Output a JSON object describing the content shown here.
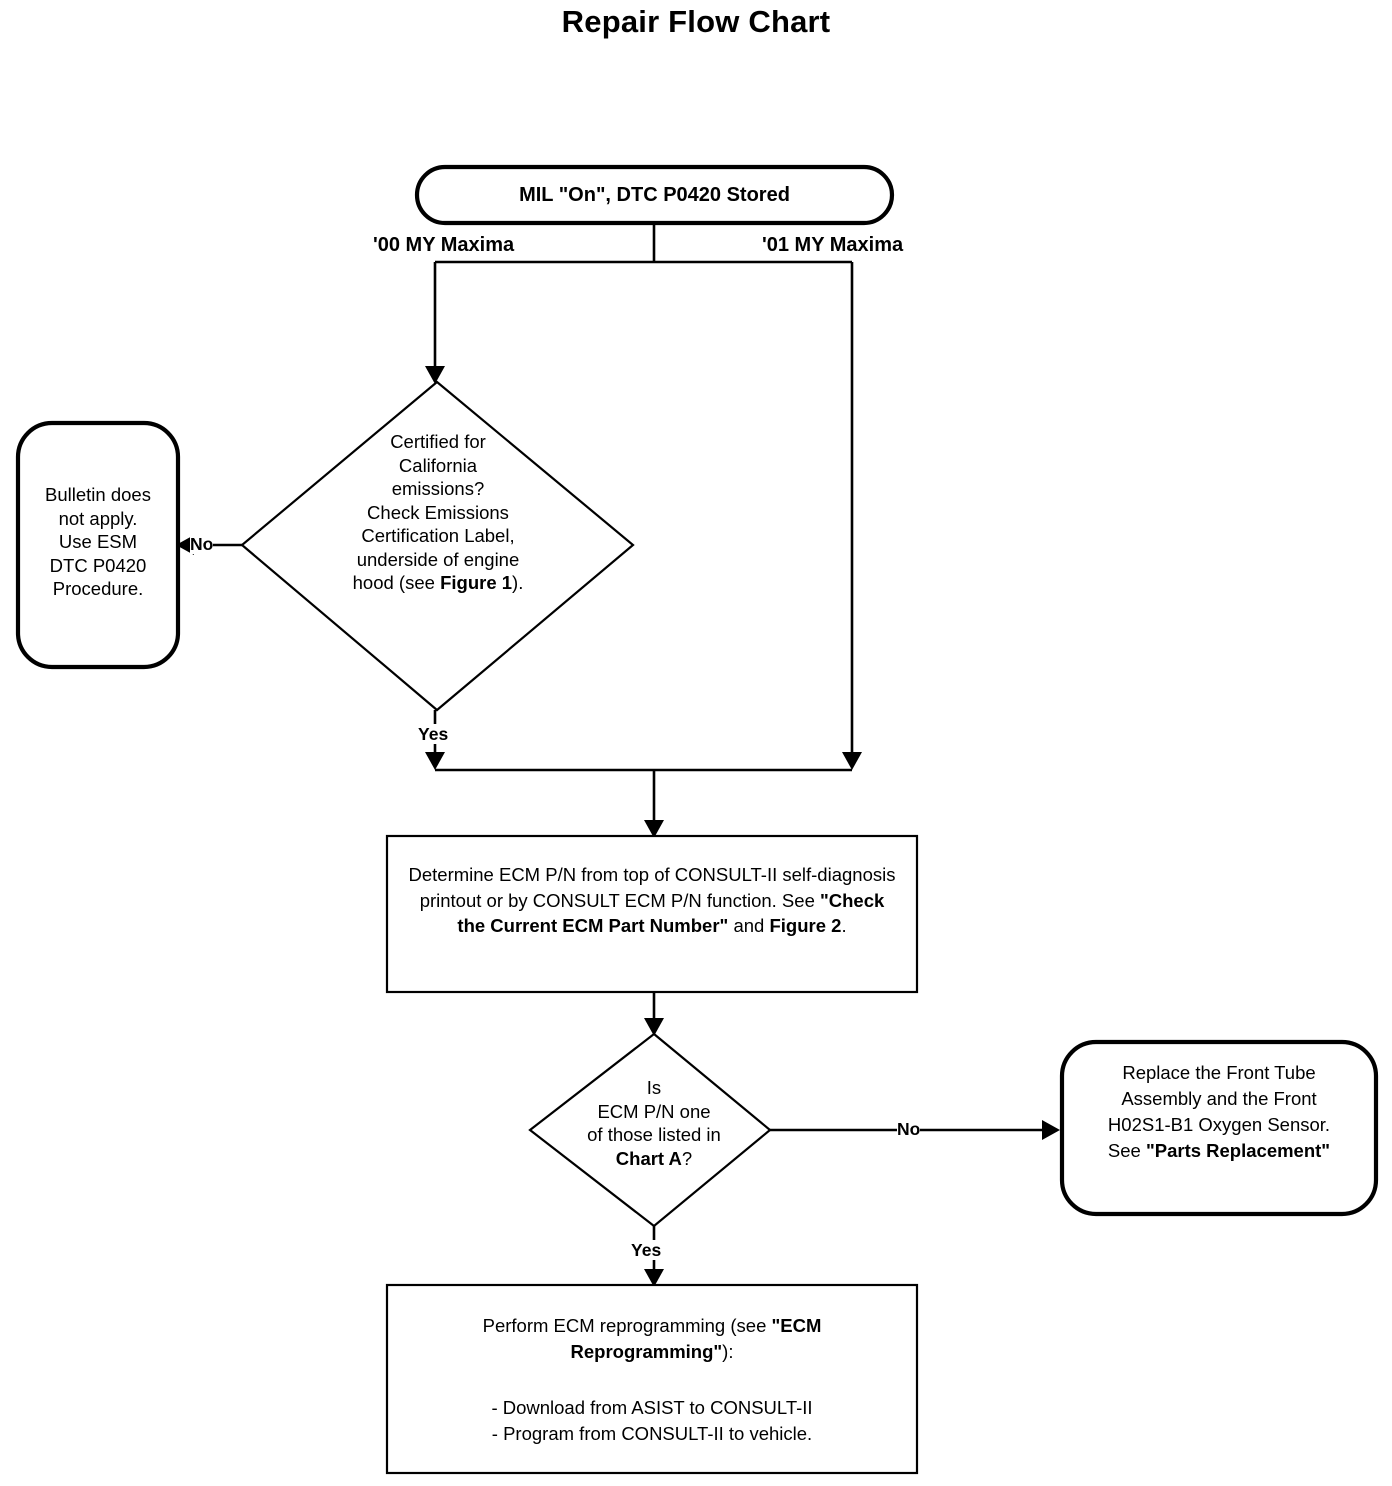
{
  "title": "Repair Flow Chart",
  "chart_data": {
    "type": "diagram",
    "diagram_kind": "flowchart",
    "title": "Repair Flow Chart",
    "orientation": "top-down",
    "nodes": [
      {
        "id": "start",
        "shape": "terminator",
        "text": "MIL \"On\",  DTC P0420 Stored",
        "bold": true
      },
      {
        "id": "decision-california",
        "shape": "decision",
        "text": "Certified for California emissions? Check Emissions Certification Label, underside of engine hood (see Figure 1).",
        "lines": [
          "Certified for",
          "California",
          "emissions?",
          "Check Emissions",
          "Certification Label,",
          "underside of engine",
          "hood (see Figure 1)."
        ],
        "bold_runs": [
          "Figure 1"
        ]
      },
      {
        "id": "bulletin-not-apply",
        "shape": "terminator",
        "text": "Bulletin does not apply. Use ESM DTC P0420 Procedure.",
        "lines": [
          "Bulletin does",
          "not apply.",
          "Use ESM",
          "DTC P0420",
          "Procedure."
        ]
      },
      {
        "id": "determine-ecm-pn",
        "shape": "process",
        "text": "Determine ECM P/N from top of CONSULT-II self-diagnosis printout or by CONSULT ECM P/N function.  See \"Check the Current ECM Part Number\" and Figure 2.",
        "bold_runs": [
          "\"Check the Current ECM Part Number\"",
          "Figure 2"
        ]
      },
      {
        "id": "decision-chart-a",
        "shape": "decision",
        "text": "Is ECM P/N one of those listed in Chart A?",
        "lines": [
          "Is",
          "ECM P/N one",
          "of those listed in",
          "Chart A?"
        ],
        "bold_runs": [
          "Chart A"
        ]
      },
      {
        "id": "replace-parts",
        "shape": "terminator",
        "text": "Replace the Front Tube Assembly and the Front H02S1-B1 Oxygen Sensor. See \"Parts Replacement\"",
        "lines": [
          "Replace the Front Tube",
          "Assembly and the Front",
          "H02S1-B1 Oxygen Sensor.",
          "See \"Parts Replacement\""
        ],
        "bold_runs": [
          "\"Parts Replacement\""
        ]
      },
      {
        "id": "ecm-reprogramming",
        "shape": "process",
        "text": "Perform ECM reprogramming (see \"ECM Reprogramming\"):  - Download from ASIST to CONSULT-II  - Program from CONSULT-II to vehicle.",
        "bold_runs": [
          "\"ECM Reprogramming\""
        ]
      }
    ],
    "edges": [
      {
        "from": "start",
        "to": "decision-california",
        "label": "'00 MY Maxima"
      },
      {
        "from": "start",
        "to": "determine-ecm-pn",
        "label": "'01 MY Maxima"
      },
      {
        "from": "decision-california",
        "to": "bulletin-not-apply",
        "label": "No"
      },
      {
        "from": "decision-california",
        "to": "determine-ecm-pn",
        "label": "Yes"
      },
      {
        "from": "determine-ecm-pn",
        "to": "decision-chart-a",
        "label": ""
      },
      {
        "from": "decision-chart-a",
        "to": "replace-parts",
        "label": "No"
      },
      {
        "from": "decision-chart-a",
        "to": "ecm-reprogramming",
        "label": "Yes"
      }
    ],
    "colors": {
      "stroke": "#000000",
      "fill": "#ffffff",
      "text": "#000000"
    }
  },
  "nodes": {
    "start": {
      "line1": "MIL \"On\",  DTC P0420 Stored"
    },
    "decision_california": {
      "line1": "Certified for",
      "line2": "California",
      "line3": "emissions?",
      "line4": "Check Emissions",
      "line5": "Certification Label,",
      "line6_pre": "hood (see ",
      "line6_bold": "Figure 1",
      "line6_post": ").",
      "line6_mid": "underside of engine"
    },
    "bulletin": {
      "line1": "Bulletin does",
      "line2": "not apply.",
      "line3": "Use ESM",
      "line4": "DTC P0420",
      "line5": "Procedure."
    },
    "determine_ecm": {
      "part1": "Determine ECM P/N from top of CONSULT-II self-diagnosis printout or by CONSULT ECM P/N function.  See ",
      "bold1": "\"Check the Current ECM Part Number\"",
      "mid1": " and ",
      "bold2": "Figure 2",
      "tail": "."
    },
    "decision_chart_a": {
      "line1": "Is",
      "line2": "ECM P/N one",
      "line3": "of those listed in",
      "line4_bold": "Chart A",
      "line4_post": "?"
    },
    "replace_parts": {
      "line1": "Replace the Front Tube",
      "line2": "Assembly and the Front",
      "line3": "H02S1-B1 Oxygen Sensor.",
      "line4_pre": "See ",
      "line4_bold": "\"Parts Replacement\""
    },
    "ecm_reprogramming": {
      "part1": "Perform ECM reprogramming (see ",
      "bold1": "\"ECM Reprogramming\"",
      "tail1": "):",
      "bullet1": "- Download from ASIST to CONSULT-II",
      "bullet2": "- Program from CONSULT-II to vehicle."
    }
  },
  "edge_labels": {
    "my00": "'00 MY Maxima",
    "my01": "'01 MY Maxima",
    "no_california": "No",
    "yes_california": "Yes",
    "no_chart_a": "No",
    "yes_chart_a": "Yes"
  }
}
